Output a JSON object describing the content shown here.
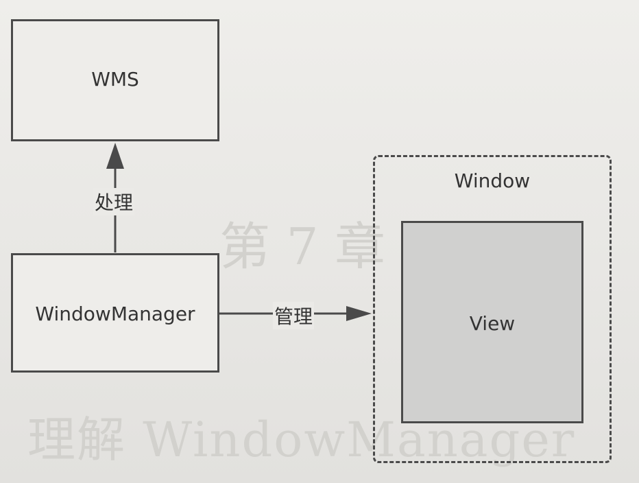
{
  "nodes": {
    "wms": {
      "label": "WMS"
    },
    "window_manager": {
      "label": "WindowManager"
    },
    "window": {
      "label": "Window"
    },
    "view": {
      "label": "View"
    }
  },
  "edges": {
    "process": {
      "label": "处理"
    },
    "manage": {
      "label": "管理"
    }
  },
  "background_text": {
    "line1": "第 7 章",
    "line2": "理解 WindowManager"
  },
  "colors": {
    "stroke": "#4a4a4a",
    "view_fill": "#d0d0cf",
    "paper": "#ecebe8"
  }
}
